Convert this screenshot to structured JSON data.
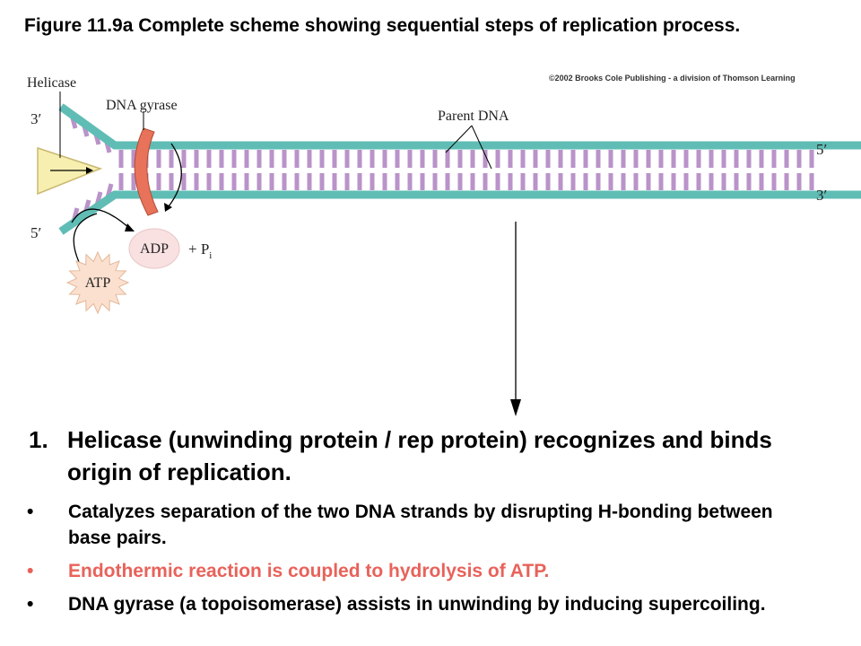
{
  "figure": {
    "title": "Figure 11.9a Complete scheme showing sequential steps of replication process.",
    "credit": "©2002 Brooks Cole Publishing - a division of Thomson Learning"
  },
  "diagram": {
    "labels": {
      "helicase": "Helicase",
      "dna_gyrase": "DNA gyrase",
      "parent_dna": "Parent DNA",
      "top_left_end": "3′",
      "bottom_left_end": "5′",
      "top_right_end": "5′",
      "bottom_right_end": "3′",
      "adp": "ADP",
      "plus_pi": "+ P",
      "pi_sub": "i",
      "atp": "ATP"
    },
    "colors": {
      "strand": "#5fbdb5",
      "base": "#b993c9",
      "gyrase": "#e8735a",
      "helicase": "#f6efb0",
      "adp_fill": "#f9e1e1",
      "atp_fill": "#fbe0cf"
    }
  },
  "main_point": {
    "number": "1.",
    "text": "Helicase (unwinding protein / rep protein) recognizes and binds origin of replication."
  },
  "bullets": [
    {
      "marker": "•",
      "text": "Catalyzes separation of the two DNA strands by disrupting H-bonding between base pairs.",
      "color": "#000000"
    },
    {
      "marker": "•",
      "text": "Endothermic reaction is coupled to hydrolysis of ATP.",
      "color": "#e8625a"
    },
    {
      "marker": "•",
      "text": "DNA gyrase (a topoisomerase) assists in unwinding by inducing supercoiling.",
      "color": "#000000"
    }
  ]
}
